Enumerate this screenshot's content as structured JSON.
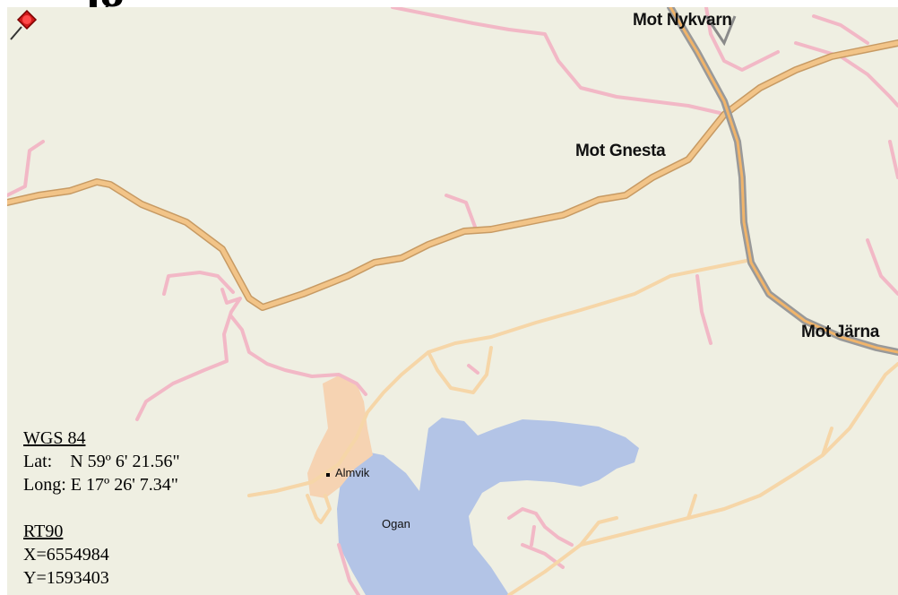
{
  "page": {
    "heading_fragment": "ig"
  },
  "map": {
    "labels": {
      "mot_nykvarn": "Mot Nykvarn",
      "mot_gnesta": "Mot Gnesta",
      "mot_jarna": "Mot Järna",
      "almvik": "Almvik",
      "ogan": "Ogan"
    },
    "colors": {
      "land": "#efefe2",
      "major_road": "#f2c488",
      "major_road_casing": "#c79a63",
      "minor_road": "#f2b8c6",
      "water": "#b3c4e6",
      "urban": "#f6d3b2",
      "highway": "#999999"
    }
  },
  "coordinates": {
    "wgs84": {
      "label": "WGS 84",
      "lat_label": "Lat:",
      "lat_value": "N 59º 6' 21.56\"",
      "long_label": "Long:",
      "long_value": "E 17º 26' 7.34\""
    },
    "rt90": {
      "label": "RT90",
      "x": "X=6554984",
      "y": "Y=1593403"
    }
  }
}
